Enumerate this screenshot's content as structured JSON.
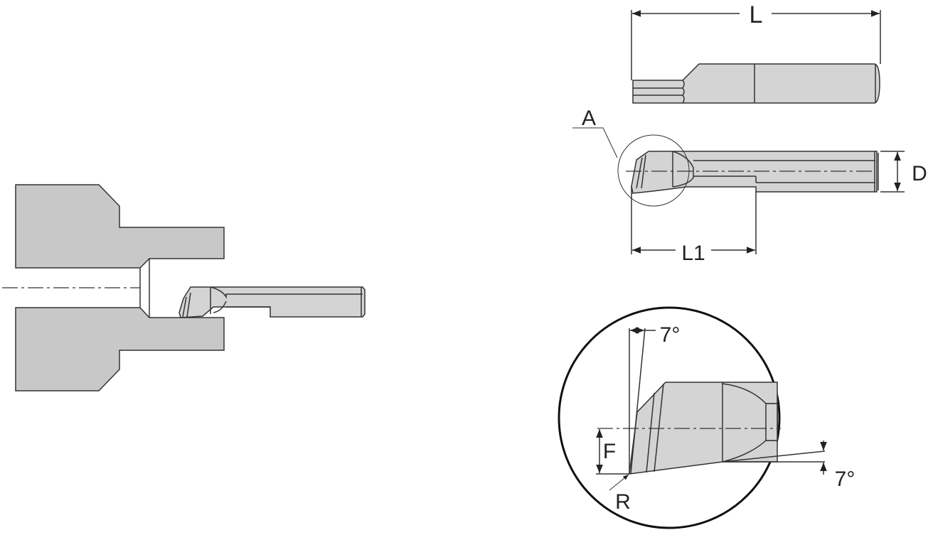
{
  "labels": {
    "length": "L",
    "head_length": "L1",
    "diameter": "D",
    "detail_ref": "A",
    "offset": "F",
    "radius": "R",
    "top_angle": "7°",
    "bottom_angle": "7°"
  },
  "colors": {
    "fill": "#c8c8c8",
    "line": "#333333"
  }
}
